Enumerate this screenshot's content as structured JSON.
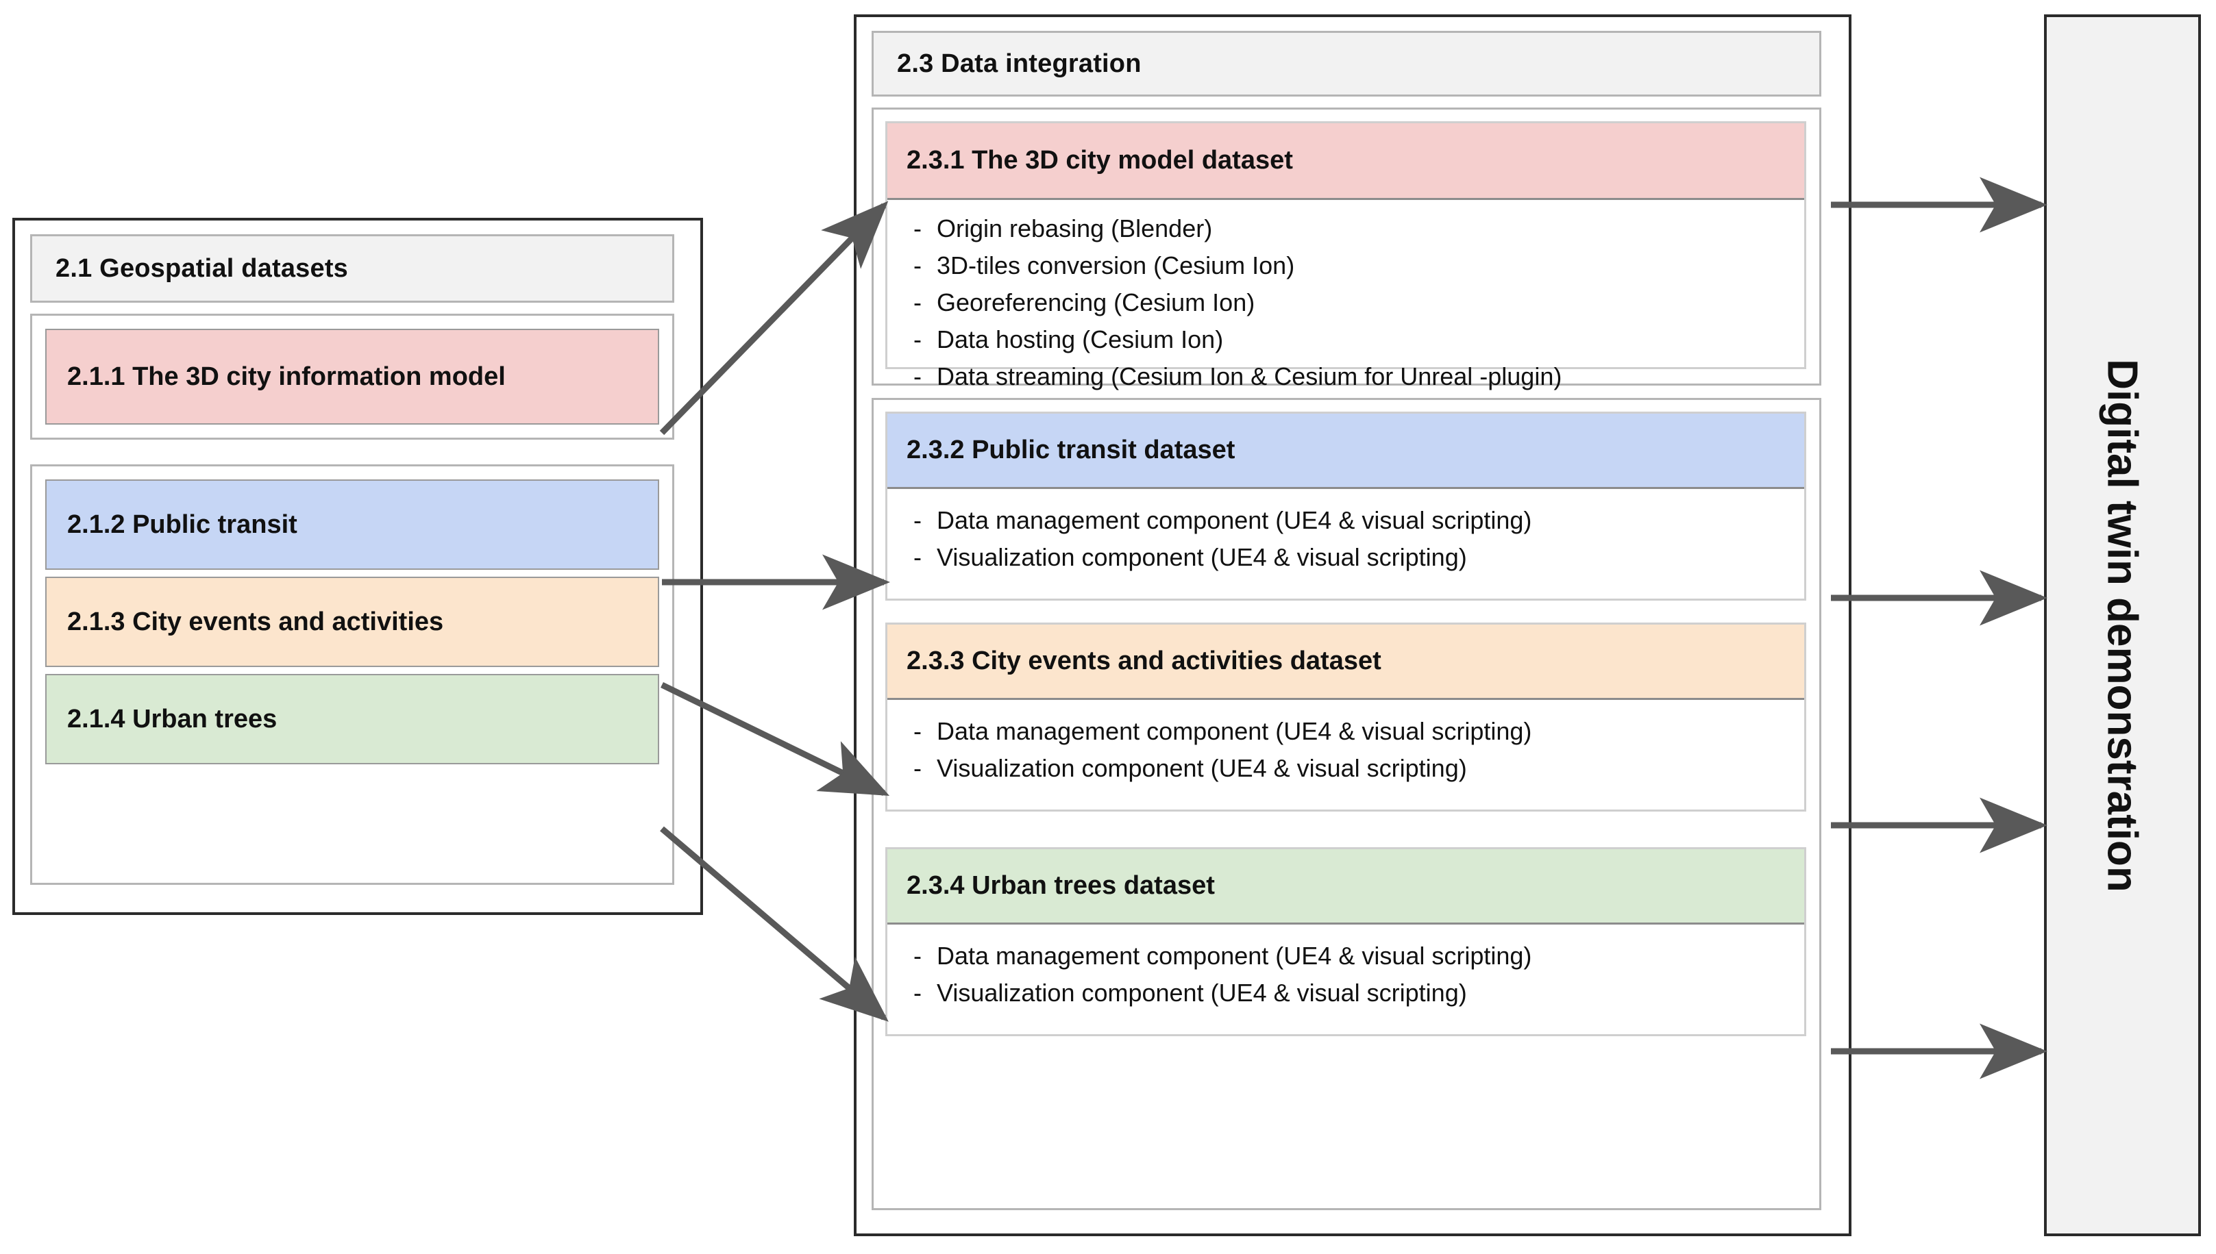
{
  "diagram": {
    "title_hidden": "",
    "colors": {
      "pink": "#f5cfce",
      "blue": "#c6d6f5",
      "orange": "#fce5cd",
      "green": "#d9ead3",
      "grey_band": "#f2f2f2",
      "frame_dark": "#2b2b2b",
      "frame_light": "#b5b5b5",
      "arrow": "#595959"
    }
  },
  "left_panel": {
    "header": "2.1 Geospatial datasets",
    "group_a": [
      {
        "label": "2.1.1 The 3D city information model",
        "color": "pink"
      }
    ],
    "group_b": [
      {
        "label": "2.1.2 Public transit",
        "color": "blue"
      },
      {
        "label": "2.1.3 City events and activities",
        "color": "orange"
      },
      {
        "label": "2.1.4 Urban trees",
        "color": "green"
      }
    ]
  },
  "right_panel": {
    "header": "2.3 Data integration",
    "cards": [
      {
        "title": "2.3.1 The 3D city model dataset",
        "color": "pink",
        "bullets": [
          "Origin rebasing (Blender)",
          "3D-tiles conversion (Cesium Ion)",
          "Georeferencing (Cesium Ion)",
          "Data hosting (Cesium Ion)",
          "Data streaming (Cesium Ion & Cesium for Unreal -plugin)"
        ]
      },
      {
        "title": "2.3.2 Public transit dataset",
        "color": "blue",
        "bullets": [
          "Data management component (UE4 & visual scripting)",
          "Visualization component (UE4 & visual scripting)"
        ]
      },
      {
        "title": "2.3.3 City events and activities dataset",
        "color": "orange",
        "bullets": [
          "Data management component (UE4 & visual scripting)",
          "Visualization component (UE4 & visual scripting)"
        ]
      },
      {
        "title": "2.3.4 Urban trees dataset",
        "color": "green",
        "bullets": [
          "Data management component (UE4 & visual scripting)",
          "Visualization component (UE4 & visual scripting)"
        ]
      }
    ]
  },
  "output_panel": {
    "label": "Digital twin demonstration"
  },
  "bullet_marker": "-"
}
